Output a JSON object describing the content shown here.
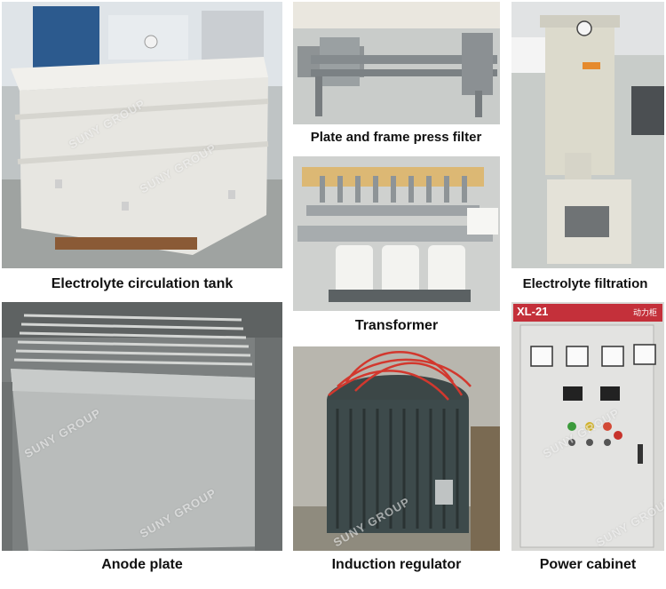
{
  "captions": {
    "tank": "Electrolyte circulation tank",
    "press_filter": "Plate and frame press filter",
    "filtration": "Electrolyte filtration",
    "transformer": "Transformer",
    "anode": "Anode plate",
    "regulator": "Induction regulator",
    "cabinet": "Power cabinet"
  },
  "watermark": "SUNY GROUP",
  "cabinet_label": "XL-21",
  "cabinet_tag": "动力柜",
  "colors": {
    "caption": "#111111",
    "tank_white": "#ecebe6",
    "filter_grey": "#8d9397",
    "cabinet_panel": "#e3e3e1",
    "cabinet_header": "#c4303a",
    "regulator_body": "#3d4a4b",
    "wire_red": "#d2382e"
  }
}
